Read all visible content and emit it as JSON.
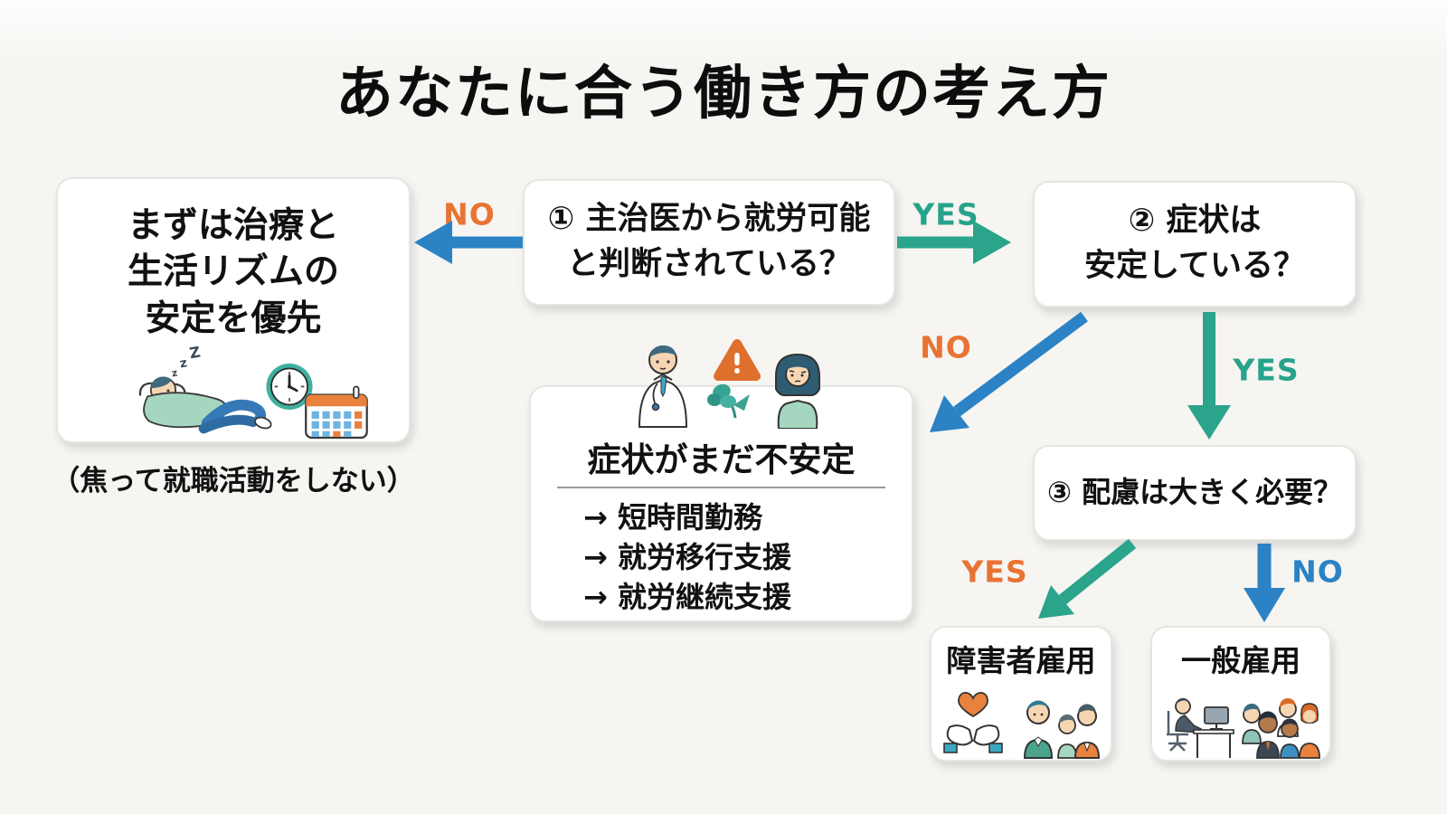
{
  "title": "あなたに合う働き方の考え方",
  "palette": {
    "blue": "#2b82c4",
    "teal": "#2aa48b",
    "orange": "#e87333",
    "text": "#111111",
    "box_bg": "#ffffff",
    "background": "#f6f5f2"
  },
  "boxes": {
    "rest": {
      "lines": [
        "まずは治療と",
        "生活リズムの",
        "安定を優先"
      ],
      "caption": "（焦って就職活動をしない）",
      "icons": [
        "sleeping-person",
        "clock",
        "calendar"
      ]
    },
    "q1": {
      "lines": [
        "① 主治医から就労可能",
        "と判断されている？"
      ]
    },
    "q2": {
      "lines": [
        "② 症状は",
        "安定している？"
      ]
    },
    "unstable": {
      "title": "症状がまだ不安定",
      "items": [
        "→ 短時間勤務",
        "→ 就労移行支援",
        "→ 就労継続支援"
      ],
      "icons": [
        "doctor",
        "warning-triangle",
        "wilted-flower",
        "worried-woman"
      ]
    },
    "q3": {
      "label": "③ 配慮は大きく必要？"
    },
    "disability": {
      "label": "障害者雇用",
      "icons": [
        "heart-in-hands",
        "support-people"
      ]
    },
    "general": {
      "label": "一般雇用",
      "icons": [
        "desk-worker",
        "office-people"
      ]
    }
  },
  "arrows": {
    "q1_no": {
      "label": "NO",
      "color": "#e87333"
    },
    "q1_yes": {
      "label": "YES",
      "color": "#2aa48b"
    },
    "q2_no": {
      "label": "NO",
      "color": "#e87333"
    },
    "q2_yes": {
      "label": "YES",
      "color": "#2aa48b"
    },
    "q3_yes": {
      "label": "YES",
      "color": "#e87333"
    },
    "q3_no": {
      "label": "NO",
      "color": "#2b82c4"
    }
  }
}
